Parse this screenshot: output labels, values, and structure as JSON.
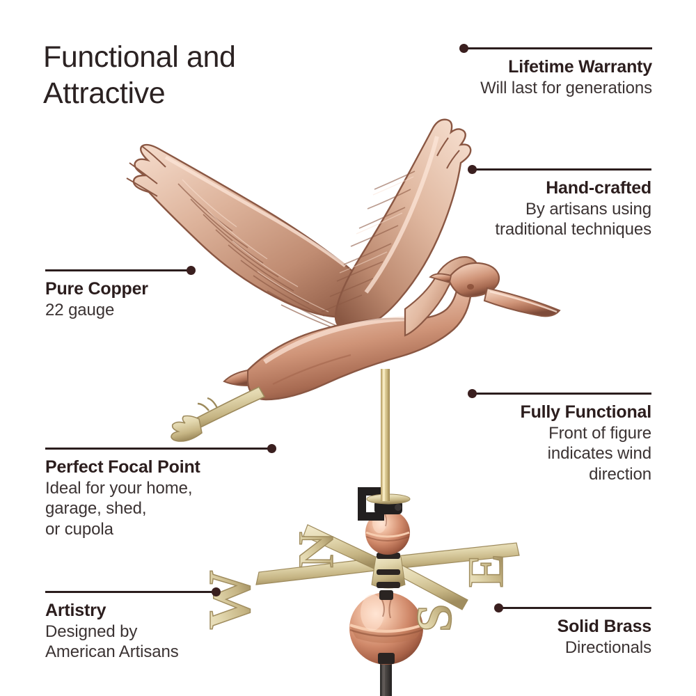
{
  "title": "Functional and\nAttractive",
  "callouts": {
    "lifetime_warranty": {
      "heading": "Lifetime Warranty",
      "body": "Will last for generations"
    },
    "hand_crafted": {
      "heading": "Hand-crafted",
      "body": "By artisans using\ntraditional techniques"
    },
    "fully_functional": {
      "heading": "Fully Functional",
      "body": "Front of figure\nindicates wind\ndirection"
    },
    "solid_brass": {
      "heading": "Solid Brass",
      "body": "Directionals"
    },
    "pure_copper": {
      "heading": "Pure Copper",
      "body": "22 gauge"
    },
    "perfect_focal_point": {
      "heading": "Perfect Focal Point",
      "body": "Ideal for your home,\ngarage, shed,\nor cupola"
    },
    "artistry": {
      "heading": "Artistry",
      "body": "Designed by\nAmerican Artisans"
    }
  },
  "product": {
    "figure": "heron-weathervane",
    "directionals": {
      "north": "N",
      "south": "S",
      "east": "E",
      "west": "W"
    }
  },
  "colors": {
    "background": "#ffffff",
    "heading_text": "#2b1d1d",
    "body_text": "#3b3333",
    "title_text": "#2b2222",
    "rule": "#2b1d1d",
    "dot": "#3a1f1f",
    "copper_light": "#f0cdb8",
    "copper_mid": "#d9a186",
    "copper_dark": "#9e6a51",
    "copper_shadow": "#6e4334",
    "brass_light": "#efe6c4",
    "brass_mid": "#d8cb9c",
    "brass_dark": "#b2a071",
    "pole_dark": "#3d3a38",
    "bracket_black": "#221f1f"
  }
}
